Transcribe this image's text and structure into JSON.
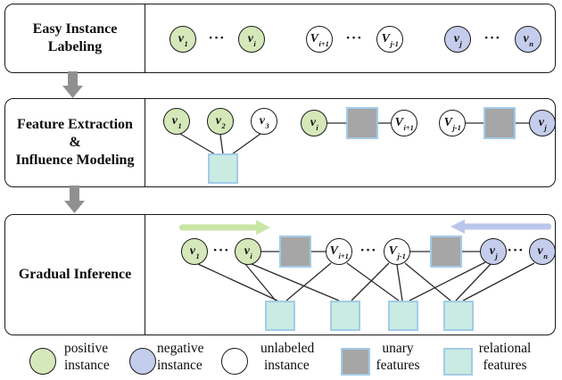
{
  "figure": {
    "stages": [
      {
        "line1": "Easy Instance",
        "line2": "Labeling"
      },
      {
        "line1": "Feature Extraction",
        "line2": "&",
        "line3": "Influence Modeling"
      },
      {
        "line1": "Gradual Inference"
      }
    ]
  },
  "nodes": {
    "v1": {
      "b": "v",
      "s": "1"
    },
    "v2": {
      "b": "v",
      "s": "2"
    },
    "v3": {
      "b": "v",
      "s": "3"
    },
    "vi": {
      "b": "v",
      "s": "i"
    },
    "vip1": {
      "b": "V",
      "s": "i+1"
    },
    "vjm1": {
      "b": "V",
      "s": "j-1"
    },
    "vj": {
      "b": "v",
      "s": "j"
    },
    "vn": {
      "b": "v",
      "s": "n"
    }
  },
  "dots": "···",
  "legend": {
    "items": [
      {
        "shape": "circle-green",
        "l1": "positive",
        "l2": "instance"
      },
      {
        "shape": "circle-blue",
        "l1": "negative",
        "l2": "instance"
      },
      {
        "shape": "circle-white",
        "l1": "unlabeled",
        "l2": "instance"
      },
      {
        "shape": "square-gray",
        "l1": "unary",
        "l2": "features"
      },
      {
        "shape": "square-cyan",
        "l1": "relational",
        "l2": "features"
      }
    ]
  },
  "colors": {
    "positive": "#d5e8ba",
    "negative": "#c4cdeb",
    "unlabeled": "#ffffff",
    "unary": "#a6a6a6",
    "relational": "#c9ebe2",
    "feature_border": "#a3cbe8",
    "forward": "#c9e6a6",
    "backward": "#bcc6ea",
    "step": "#909090"
  }
}
